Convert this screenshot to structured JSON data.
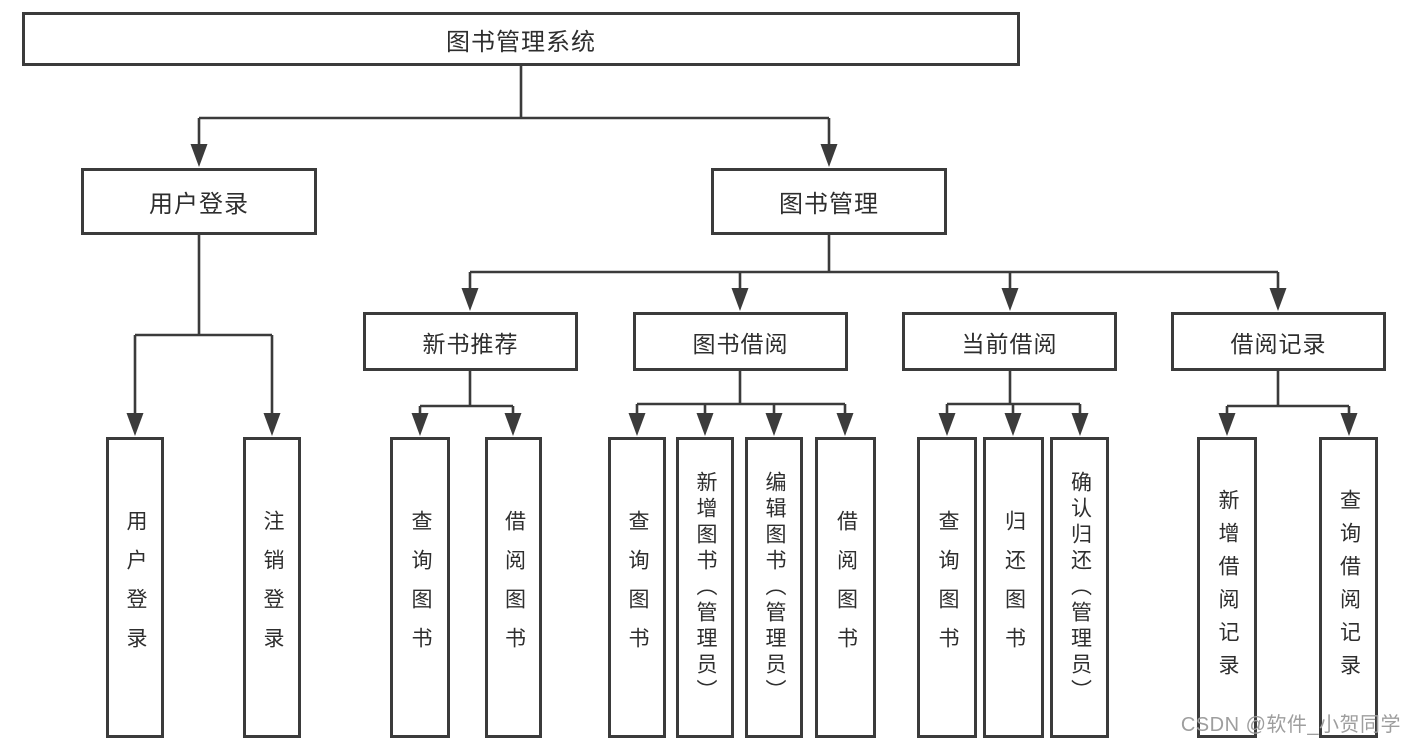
{
  "diagram": {
    "root": {
      "label": "图书管理系统"
    },
    "level2": [
      {
        "label": "用户登录"
      },
      {
        "label": "图书管理"
      }
    ],
    "level3": [
      {
        "label": "新书推荐"
      },
      {
        "label": "图书借阅"
      },
      {
        "label": "当前借阅"
      },
      {
        "label": "借阅记录"
      }
    ],
    "leaves": {
      "user_login": [
        "用户登录",
        "注销登录"
      ],
      "new_book": [
        "查询图书",
        "借阅图书"
      ],
      "book_borrow": [
        "查询图书",
        "新增图书（管理员）",
        "编辑图书（管理员）",
        "借阅图书"
      ],
      "current_borrow": [
        "查询图书",
        "归还图书",
        "确认归还（管理员）"
      ],
      "borrow_record": [
        "新增借阅记录",
        "查询借阅记录"
      ]
    }
  },
  "watermark": {
    "text": "CSDN @软件_小贺同学"
  },
  "colors": {
    "line": "#3b3b3b",
    "text": "#2e2e2e",
    "watermark_gray": "#9e9e9e",
    "background": "#ffffff"
  }
}
